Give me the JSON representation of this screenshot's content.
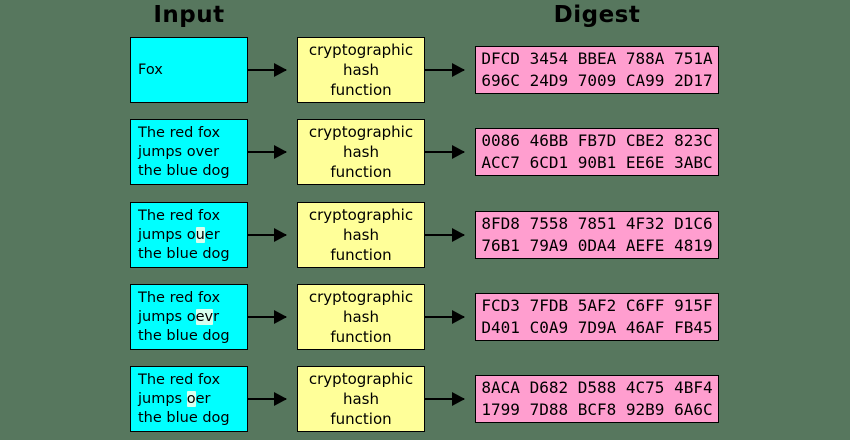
{
  "diagram": {
    "headers": {
      "input": "Input",
      "digest": "Digest"
    },
    "hash_label_lines": [
      "cryptographic",
      "hash",
      "function"
    ],
    "colors": {
      "background": "#57775E",
      "input_box": "#00FFFF",
      "hash_box": "#FFFF99",
      "digest_box": "#FF9ECF",
      "highlight": "#D8FFEF",
      "border": "#000000",
      "arrow": "#000000"
    },
    "rows": [
      {
        "input_lines": [
          [
            {
              "text": "Fox"
            }
          ]
        ],
        "digest_lines": [
          "DFCD 3454 BBEA 788A 751A",
          "696C 24D9 7009 CA99 2D17"
        ]
      },
      {
        "input_lines": [
          [
            {
              "text": "The red fox"
            }
          ],
          [
            {
              "text": "jumps over"
            }
          ],
          [
            {
              "text": "the blue dog"
            }
          ]
        ],
        "digest_lines": [
          "0086 46BB FB7D CBE2 823C",
          "ACC7 6CD1 90B1 EE6E 3ABC"
        ]
      },
      {
        "input_lines": [
          [
            {
              "text": "The red fox"
            }
          ],
          [
            {
              "text": "jumps o"
            },
            {
              "text": "u",
              "highlight": true
            },
            {
              "text": "er"
            }
          ],
          [
            {
              "text": "the blue dog"
            }
          ]
        ],
        "digest_lines": [
          "8FD8 7558 7851 4F32 D1C6",
          "76B1 79A9 0DA4 AEFE 4819"
        ]
      },
      {
        "input_lines": [
          [
            {
              "text": "The red fox"
            }
          ],
          [
            {
              "text": "jumps o"
            },
            {
              "text": "ev",
              "highlight": true
            },
            {
              "text": "r"
            }
          ],
          [
            {
              "text": "the blue dog"
            }
          ]
        ],
        "digest_lines": [
          "FCD3 7FDB 5AF2 C6FF 915F",
          "D401 C0A9 7D9A 46AF FB45"
        ]
      },
      {
        "input_lines": [
          [
            {
              "text": "The red fox"
            }
          ],
          [
            {
              "text": "jumps "
            },
            {
              "text": "o",
              "highlight": true
            },
            {
              "text": "er"
            }
          ],
          [
            {
              "text": "the blue dog"
            }
          ]
        ],
        "digest_lines": [
          "8ACA D682 D588 4C75 4BF4",
          "1799 7D88 BCF8 92B9 6A6C"
        ]
      }
    ]
  }
}
